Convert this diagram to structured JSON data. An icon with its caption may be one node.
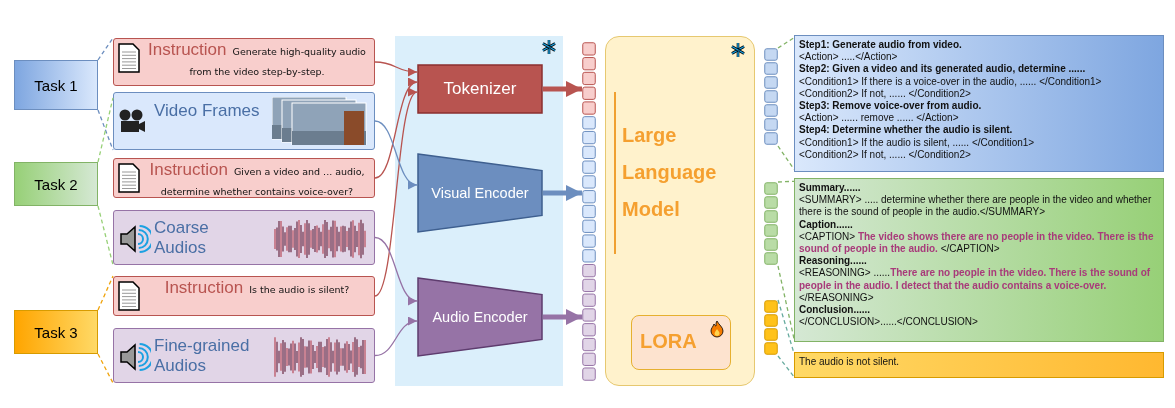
{
  "diagram": {
    "nodes": [
      {
        "text": [
          "Task 1"
        ]
      },
      {
        "text": [
          "Task 2"
        ]
      },
      {
        "text": [
          "Task 3"
        ]
      },
      {
        "text": [
          "Instruction",
          "Generate high-quality audio from the video step-by-step."
        ]
      },
      {
        "text": [
          "Video Frames"
        ]
      },
      {
        "text": [
          "Instruction",
          "Given a video and ... audio, determine whether contains voice-over?"
        ]
      },
      {
        "text": [
          "Coarse Audios"
        ]
      },
      {
        "text": [
          "Instruction",
          "Is the audio is silent?"
        ]
      },
      {
        "text": [
          "Fine-grained Audios"
        ]
      },
      {
        "text": [],
        "shape": "box"
      },
      {
        "text": [
          "Tokenizer"
        ],
        "in": 9
      },
      {
        "text": [
          "Visual Encoder"
        ],
        "in": 9
      },
      {
        "text": [
          "Audio Encoder"
        ],
        "in": 9
      },
      {
        "text": [],
        "shape": "bar"
      },
      {
        "text": [
          "Large Language Model"
        ]
      },
      {
        "text": [
          "LORA"
        ],
        "in": 14
      },
      {
        "text": [],
        "shape": "bar"
      },
      {
        "text": [],
        "shape": "bar"
      },
      {
        "text": [],
        "shape": "bar"
      },
      {
        "text": [
          "Step1: Generate audio from video.",
          "<Action> .....</Action>",
          "Step2: Given a video and its generated audio, determine ......",
          "<Condition1> If there is a voice-over in the audio, ...... </Condition1>",
          "<Condition2> If not, ...... </Condition2>",
          "Step3: Remove voice-over from audio.",
          "<Action> ...... remove ...... </Action>",
          "Step4: Determine whether the audio is silent.",
          "<Condition1> If the audio is silent, ...... </Condition1>",
          "<Condition2> If not, ...... </Condition2>"
        ]
      },
      {
        "text": [
          "Summary......",
          "<SUMMARY> ..... determine whether there are people in the video and whether there is the sound of people in the audio.</SUMMARY>",
          "Caption......",
          "<CAPTION> **The video shows there are no people in the video. There is the sound of people in the audio.** </CAPTION>",
          "Reasoning......",
          "<REASONING> ......**There are no people in the video. There is the sound of people in the audio. I detect that the audio contains a voice-over.** </REASONING>",
          "Conclusion......",
          "</CONCLUSION>......</CONCLUSION>"
        ]
      },
      {
        "text": [
          "The audio is not silent."
        ]
      }
    ],
    "edges": [
      {
        "from": 0,
        "to": 3,
        "arrow": "none",
        "style": "dashed",
        "color": "#6c8ebf"
      },
      {
        "from": 0,
        "to": 4,
        "arrow": "none",
        "style": "dashed",
        "color": "#6c8ebf"
      },
      {
        "from": 1,
        "to": 4,
        "arrow": "none",
        "style": "dashed",
        "color": "#97d077"
      },
      {
        "from": 1,
        "to": 6,
        "arrow": "none",
        "style": "dashed",
        "color": "#97d077"
      },
      {
        "from": 2,
        "to": 7,
        "arrow": "none",
        "style": "dashed",
        "color": "#f0a30a"
      },
      {
        "from": 2,
        "to": 8,
        "arrow": "none",
        "style": "dashed",
        "color": "#f0a30a"
      },
      {
        "from": 3,
        "to": 10,
        "arrow": "to",
        "color": "#b85450"
      },
      {
        "from": 5,
        "to": 10,
        "arrow": "to",
        "color": "#b85450"
      },
      {
        "from": 7,
        "to": 10,
        "arrow": "to",
        "color": "#b85450"
      },
      {
        "from": 4,
        "to": 11,
        "arrow": "to",
        "color": "#6c8ebf"
      },
      {
        "from": 6,
        "to": 12,
        "arrow": "to",
        "color": "#9673a6"
      },
      {
        "from": 8,
        "to": 12,
        "arrow": "to",
        "color": "#9673a6"
      },
      {
        "from": 10,
        "to": 13,
        "arrow": "to",
        "style": "thick",
        "color": "#b85450"
      },
      {
        "from": 11,
        "to": 13,
        "arrow": "to",
        "style": "thick",
        "color": "#6c8ebf"
      },
      {
        "from": 12,
        "to": 13,
        "arrow": "to",
        "style": "thick",
        "color": "#9673a6"
      },
      {
        "from": 16,
        "to": 19,
        "arrow": "none",
        "style": "dashed",
        "color": "#82b366"
      },
      {
        "from": 16,
        "to": 19,
        "arrow": "none",
        "style": "dashed",
        "color": "#82b366"
      },
      {
        "from": 17,
        "to": 20,
        "arrow": "none",
        "style": "dashed",
        "color": "#82b366"
      },
      {
        "from": 17,
        "to": 20,
        "arrow": "none",
        "style": "dashed",
        "color": "#82b366"
      },
      {
        "from": 18,
        "to": 21,
        "arrow": "none",
        "style": "dashed",
        "color": "#67ab9f"
      },
      {
        "from": 18,
        "to": 21,
        "arrow": "none",
        "style": "dashed",
        "color": "#67ab9f"
      }
    ]
  }
}
